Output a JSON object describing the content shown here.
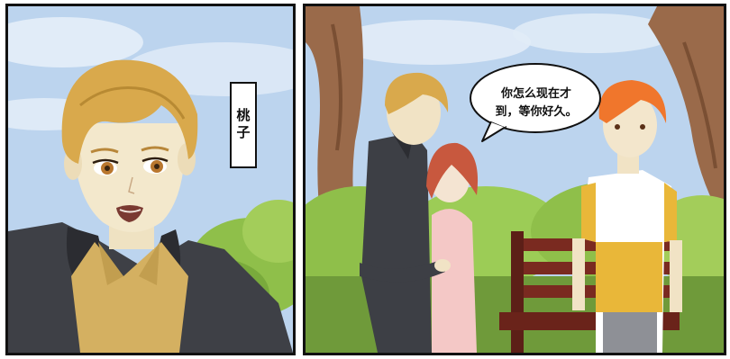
{
  "panel_left": {
    "caption": "桃子"
  },
  "panel_right": {
    "speech_line1": "你怎么现在才",
    "speech_line2": "到，等你好久。"
  }
}
